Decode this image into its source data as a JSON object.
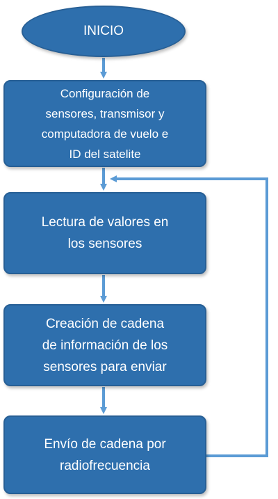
{
  "nodes": {
    "start": "INICIO",
    "config": "Configuración de\nsensores, transmisor y\ncomputadora de vuelo e\nID del satelite",
    "read": "Lectura de valores en\nlos sensores",
    "build": "Creación de cadena\nde información de los\nsensores para enviar",
    "send": "Envío de cadena por\nradiofrecuencia"
  },
  "colors": {
    "node_fill": "#2e6fad",
    "arrow": "#5b9bd5"
  }
}
